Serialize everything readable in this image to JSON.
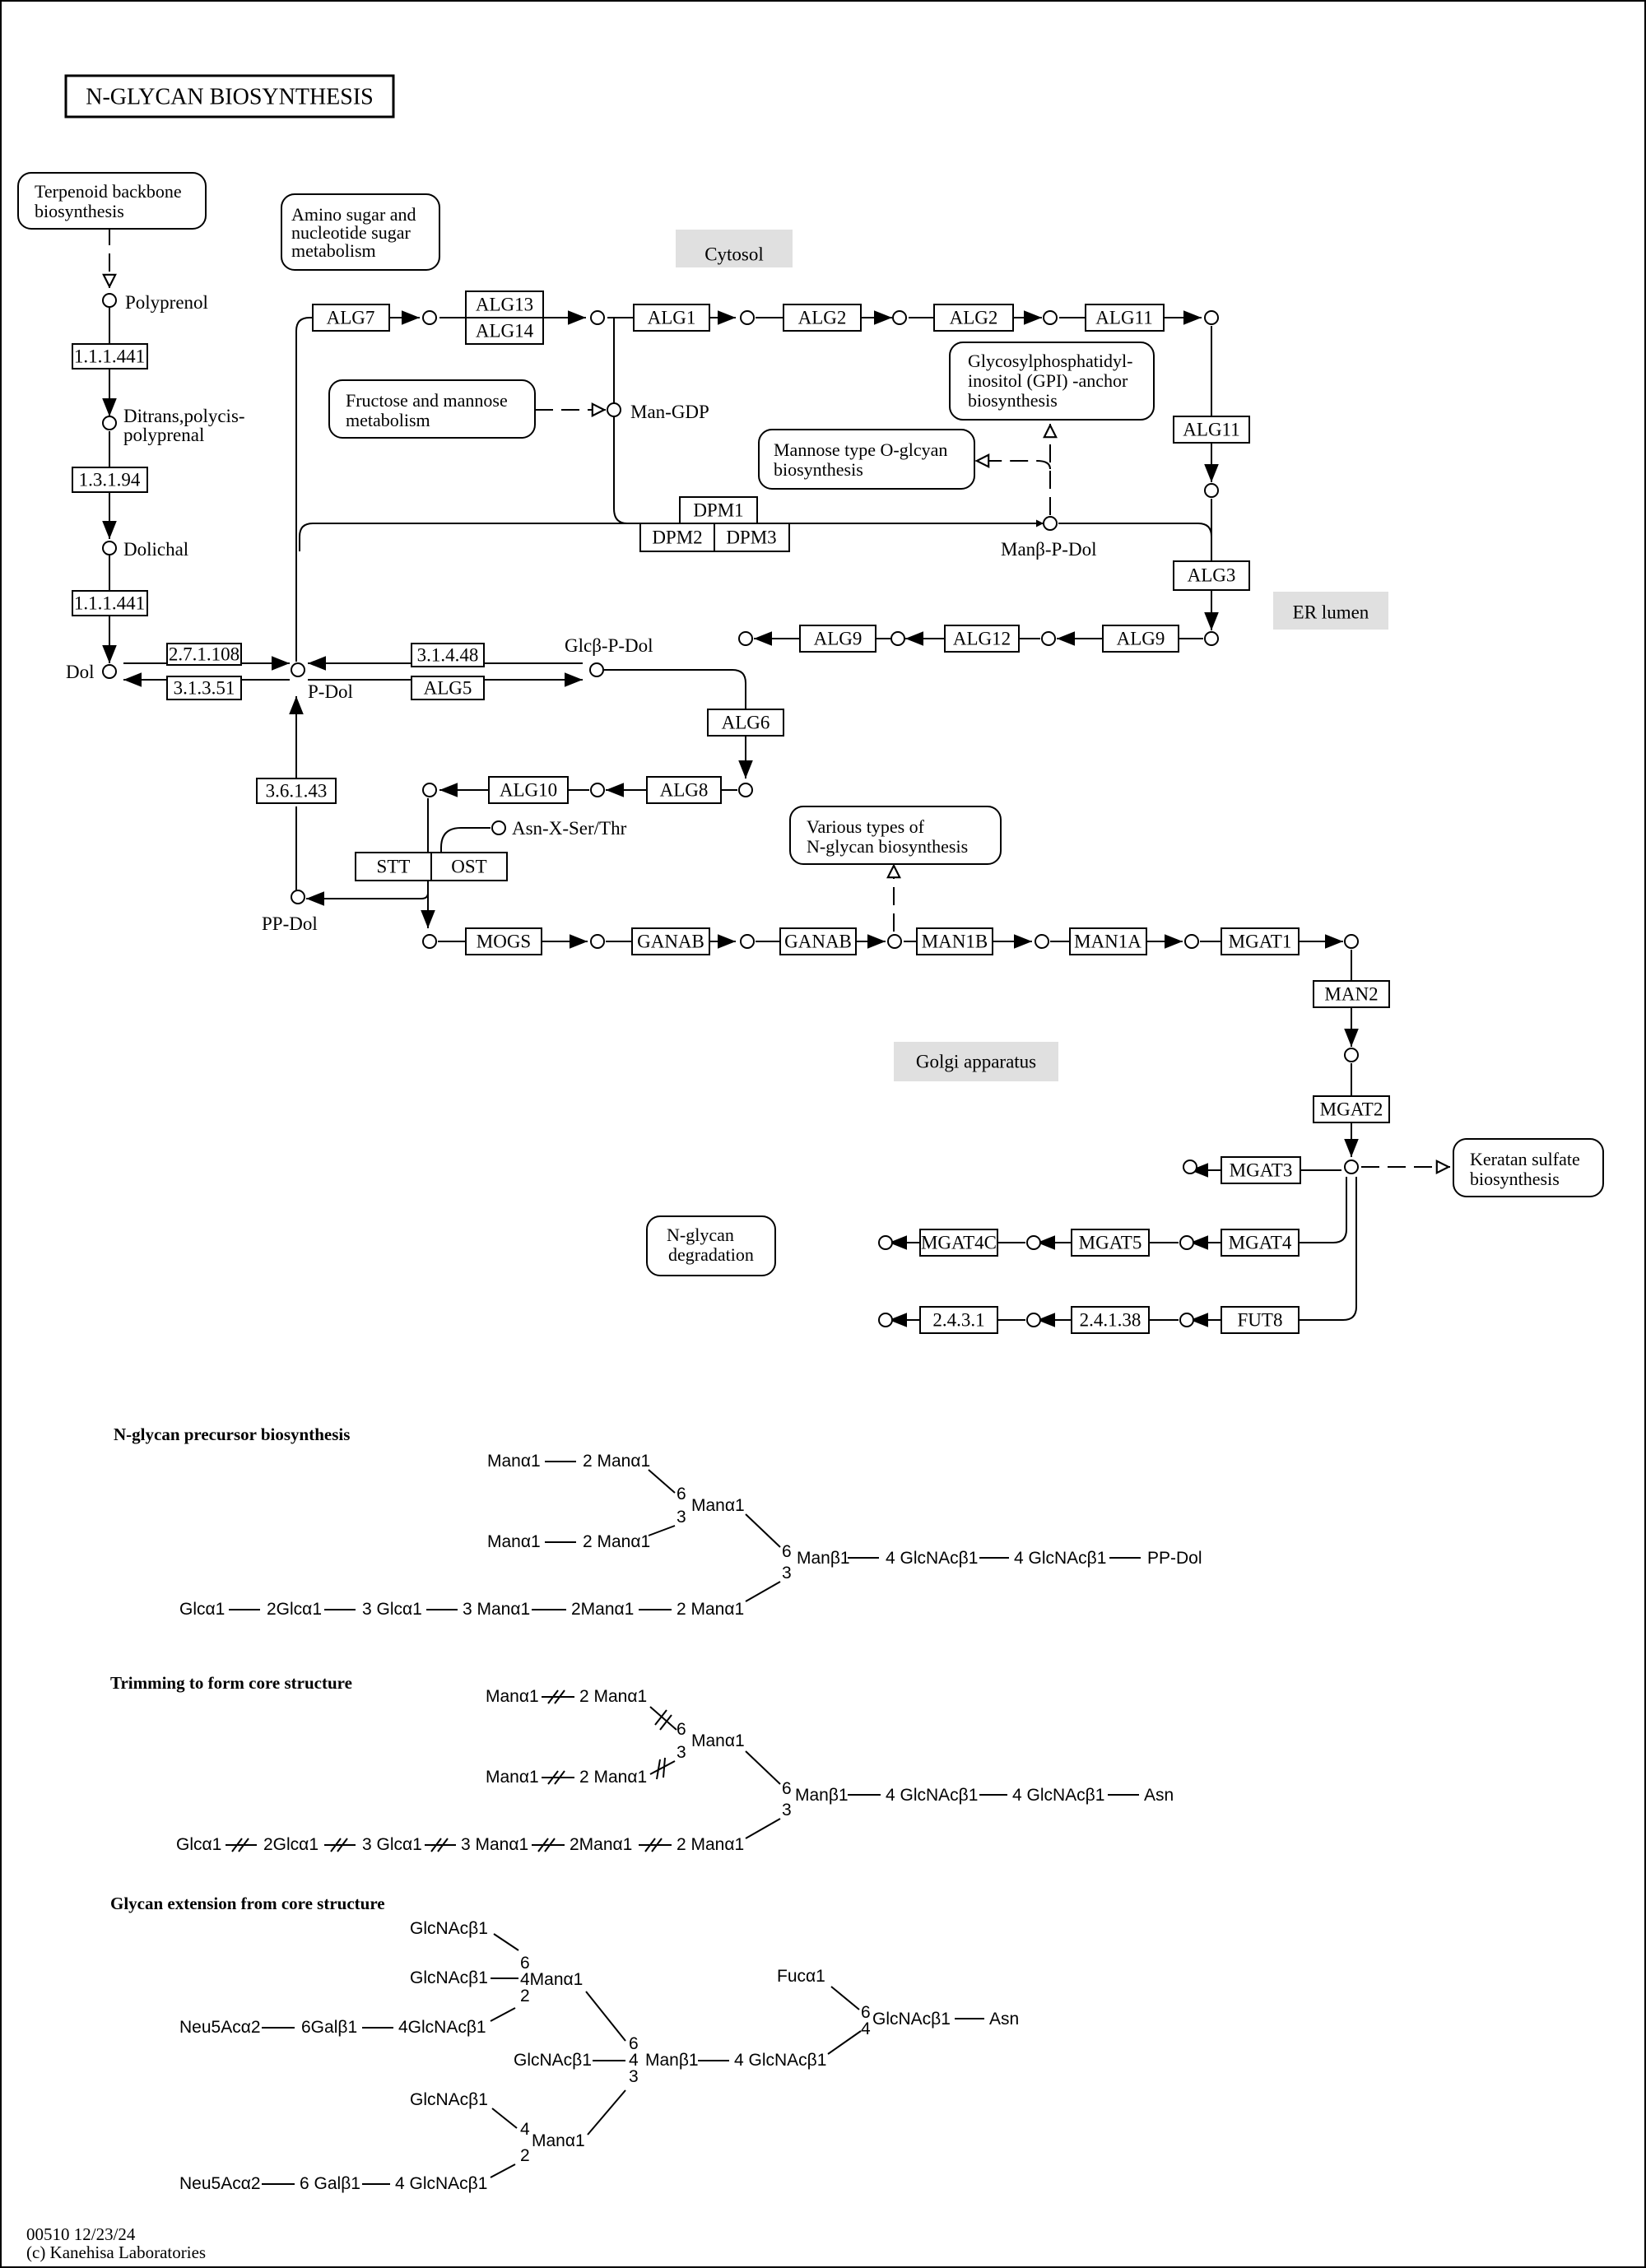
{
  "title": "N-GLYCAN  BIOSYNTHESIS",
  "compartments": {
    "cytosol": "Cytosol",
    "er_lumen": "ER lumen",
    "golgi": "Golgi apparatus"
  },
  "pathway_links": {
    "terpenoid": [
      "Terpenoid backbone",
      "biosynthesis"
    ],
    "amino_sugar": [
      "Amino sugar and",
      "nucleotide sugar",
      "metabolism"
    ],
    "fructose": [
      "Fructose and mannose",
      "metabolism"
    ],
    "gpi": [
      "Glycosylphosphatidyl-",
      "inositol (GPI) -anchor",
      "biosynthesis"
    ],
    "mannose_o": [
      "Mannose type O-glcyan",
      "biosynthesis"
    ],
    "various": [
      "Various types of",
      "N-glycan biosynthesis"
    ],
    "keratan": [
      "Keratan sulfate",
      "biosynthesis"
    ],
    "degradation": [
      "N-glycan",
      "degradation"
    ]
  },
  "compounds": {
    "polyprenol": "Polyprenol",
    "ditrans_1": "Ditrans,polycis-",
    "ditrans_2": "polyprenal",
    "dolichal": "Dolichal",
    "dol": "Dol",
    "p_dol": "P-Dol",
    "pp_dol": "PP-Dol",
    "man_gdp": "Man-GDP",
    "man_p_dol": "Manβ-P-Dol",
    "glc_p_dol": "Glcβ-P-Dol",
    "asn_x": "Asn-X-Ser/Thr"
  },
  "enzymes": {
    "e1": "1.1.1.441",
    "e2": "1.3.1.94",
    "e3": "1.1.1.441",
    "e2711": "2.7.1.108",
    "e3135": "3.1.3.51",
    "e3144": "3.1.4.48",
    "alg5": "ALG5",
    "e3614": "3.6.1.43",
    "alg7": "ALG7",
    "alg13": "ALG13",
    "alg14": "ALG14",
    "alg1": "ALG1",
    "alg2a": "ALG2",
    "alg2b": "ALG2",
    "alg11a": "ALG11",
    "alg11b": "ALG11",
    "dpm1": "DPM1",
    "dpm2": "DPM2",
    "dpm3": "DPM3",
    "alg3": "ALG3",
    "alg9a": "ALG9",
    "alg12": "ALG12",
    "alg9b": "ALG9",
    "alg6": "ALG6",
    "alg8": "ALG8",
    "alg10": "ALG10",
    "stt": "STT",
    "ost": "OST",
    "mogs": "MOGS",
    "ganab1": "GANAB",
    "ganab2": "GANAB",
    "man1b": "MAN1B",
    "man1a": "MAN1A",
    "mgat1": "MGAT1",
    "man2": "MAN2",
    "mgat2": "MGAT2",
    "mgat3": "MGAT3",
    "mgat4": "MGAT4",
    "mgat5": "MGAT5",
    "mgat4c": "MGAT4C",
    "fut8": "FUT8",
    "e24138": "2.4.1.38",
    "e2431": "2.4.3.1"
  },
  "sections": {
    "precursor": "N-glycan precursor biosynthesis",
    "trimming": "Trimming to form core structure",
    "extension": "Glycan extension from core structure"
  },
  "structures": {
    "p_man1": "Manα1",
    "p_2man1": "2 Manα1",
    "p_man3": "Manα1",
    "p_2man3": "2 Manα1",
    "p_6": "6",
    "p_3": "3",
    "p_manmid": "Manα1",
    "p_6b": "6",
    "p_3b": "3",
    "p_manb": "Manβ1",
    "p_4glc1": "4 GlcNAcβ1",
    "p_4glc2": "4 GlcNAcβ1",
    "p_ppdol": "PP-Dol",
    "p_glc1": "Glcα1",
    "p_glc2": "2Glcα1",
    "p_glc3": "3 Glcα1",
    "p_man3a": "3 Manα1",
    "p_man2a": "2Manα1",
    "p_man2b": "2 Manα1",
    "t_man1": "Manα1",
    "t_2man1": "2 Manα1",
    "t_man3": "Manα1",
    "t_2man3": "2 Manα1",
    "t_6": "6",
    "t_3": "3",
    "t_manmid": "Manα1",
    "t_6b": "6",
    "t_3b": "3",
    "t_manb": "Manβ1",
    "t_4glc1": "4 GlcNAcβ1",
    "t_4glc2": "4 GlcNAcβ1",
    "t_asn": "Asn",
    "t_glc1": "Glcα1",
    "t_glc2": "2Glcα1",
    "t_glc3": "3 Glcα1",
    "t_man3a": "3 Manα1",
    "t_man2a": "2Manα1",
    "t_man2b": "2 Manα1",
    "g_glcnac1": "GlcNAcβ1",
    "g_6": "6",
    "g_glcnac2": "GlcNAcβ1",
    "g_4man": "4Manα1",
    "g_2": "2",
    "g_neu1": "Neu5Acα2",
    "g_6gal1": "6Galβ1",
    "g_4glcnac1": "4GlcNAcβ1",
    "g_glcnac_mid": "GlcNAcβ1",
    "g_64": "6",
    "g_4": "4",
    "g_manb": "Manβ1",
    "g_3": "3",
    "g_4glcnac_mid": "4 GlcNAcβ1",
    "g_fuc": "Fucα1",
    "g_6c": "6",
    "g_glcnac_asn": "GlcNAcβ1",
    "g_4c": "4",
    "g_asn": "Asn",
    "g_glcnac3": "GlcNAcβ1",
    "g_4d": "4",
    "g_man2": "Manα1",
    "g_2d": "2",
    "g_neu2": "Neu5Acα2",
    "g_6gal2": "6 Galβ1",
    "g_4glcnac2": "4 GlcNAcβ1"
  },
  "footer": {
    "id": "00510 12/23/24",
    "copyright": "(c) Kanehisa Laboratories"
  }
}
